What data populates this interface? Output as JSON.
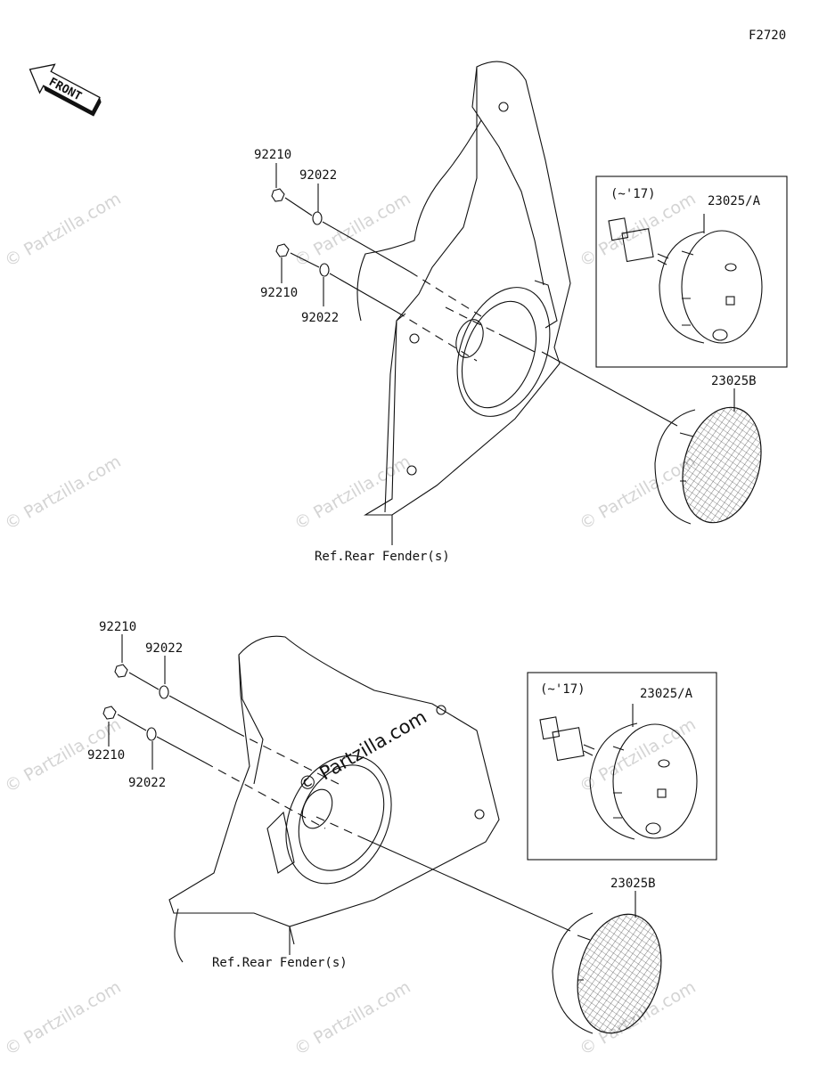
{
  "figure_code": "F2720",
  "front_arrow": {
    "label": "FRONT",
    "icon": "front-direction-arrow-icon"
  },
  "watermark": "© Partzilla.com",
  "upper_assembly": {
    "nut_label_a": "92210",
    "washer_label_a": "92022",
    "nut_label_b": "92210",
    "washer_label_b": "92022",
    "inset_note": "(~'17)",
    "lamp_a_label": "23025/A",
    "lamp_b_label": "23025B",
    "ref_label": "Ref.Rear Fender(s)"
  },
  "lower_assembly": {
    "nut_label_a": "92210",
    "washer_label_a": "92022",
    "nut_label_b": "92210",
    "washer_label_b": "92022",
    "inset_note": "(~'17)",
    "lamp_a_label": "23025/A",
    "lamp_b_label": "23025B",
    "ref_label": "Ref.Rear Fender(s)"
  },
  "colors": {
    "line": "#111111",
    "watermark": "#d4d4d4",
    "background": "#ffffff"
  }
}
